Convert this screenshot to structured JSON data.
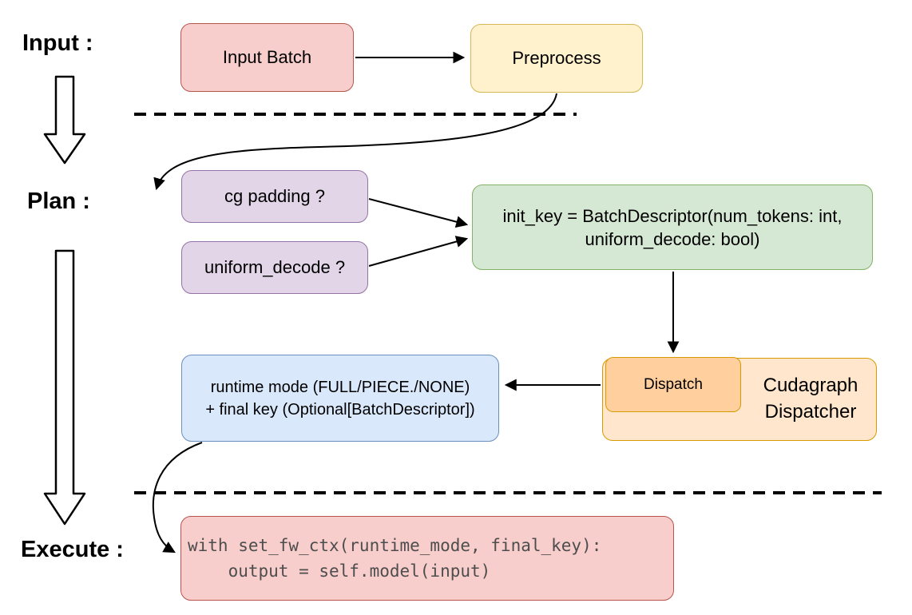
{
  "diagram": {
    "stages": {
      "input": "Input :",
      "plan": "Plan :",
      "execute": "Execute :"
    },
    "nodes": {
      "input_batch": {
        "label": "Input Batch",
        "fill": "#f8cecc",
        "border": "#b85450"
      },
      "preprocess": {
        "label": "Preprocess",
        "fill": "#fff2cc",
        "border": "#d6b656"
      },
      "cg_padding": {
        "label": "cg padding ?",
        "fill": "#e1d5e7",
        "border": "#9673a6"
      },
      "uniform_decode": {
        "label": "uniform_decode ?",
        "fill": "#e1d5e7",
        "border": "#9673a6"
      },
      "init_key": {
        "line1": "init_key = BatchDescriptor(num_tokens: int,",
        "line2": "uniform_decode: bool)",
        "fill": "#d5e8d4",
        "border": "#82b366"
      },
      "dispatch": {
        "label": "Dispatch",
        "fill": "#ffcf9e",
        "border": "#d79b00"
      },
      "cudagraph_dispatcher": {
        "line1": "Cudagraph",
        "line2": "Dispatcher",
        "fill": "#ffe6cc",
        "border": "#d79b00"
      },
      "runtime_result": {
        "line1": "runtime mode (FULL/PIECE./NONE)",
        "line2": "+ final key (Optional[BatchDescriptor])",
        "fill": "#dae8fc",
        "border": "#6c8ebf"
      },
      "execute_code": {
        "line1": "with set_fw_ctx(runtime_mode, final_key):",
        "line2": "    output = self.model(input)",
        "fill": "#f8cecc",
        "border": "#b85450",
        "text_color": "#4d4d4d"
      }
    },
    "connector_color": "#000000",
    "divider_color": "#000000"
  }
}
